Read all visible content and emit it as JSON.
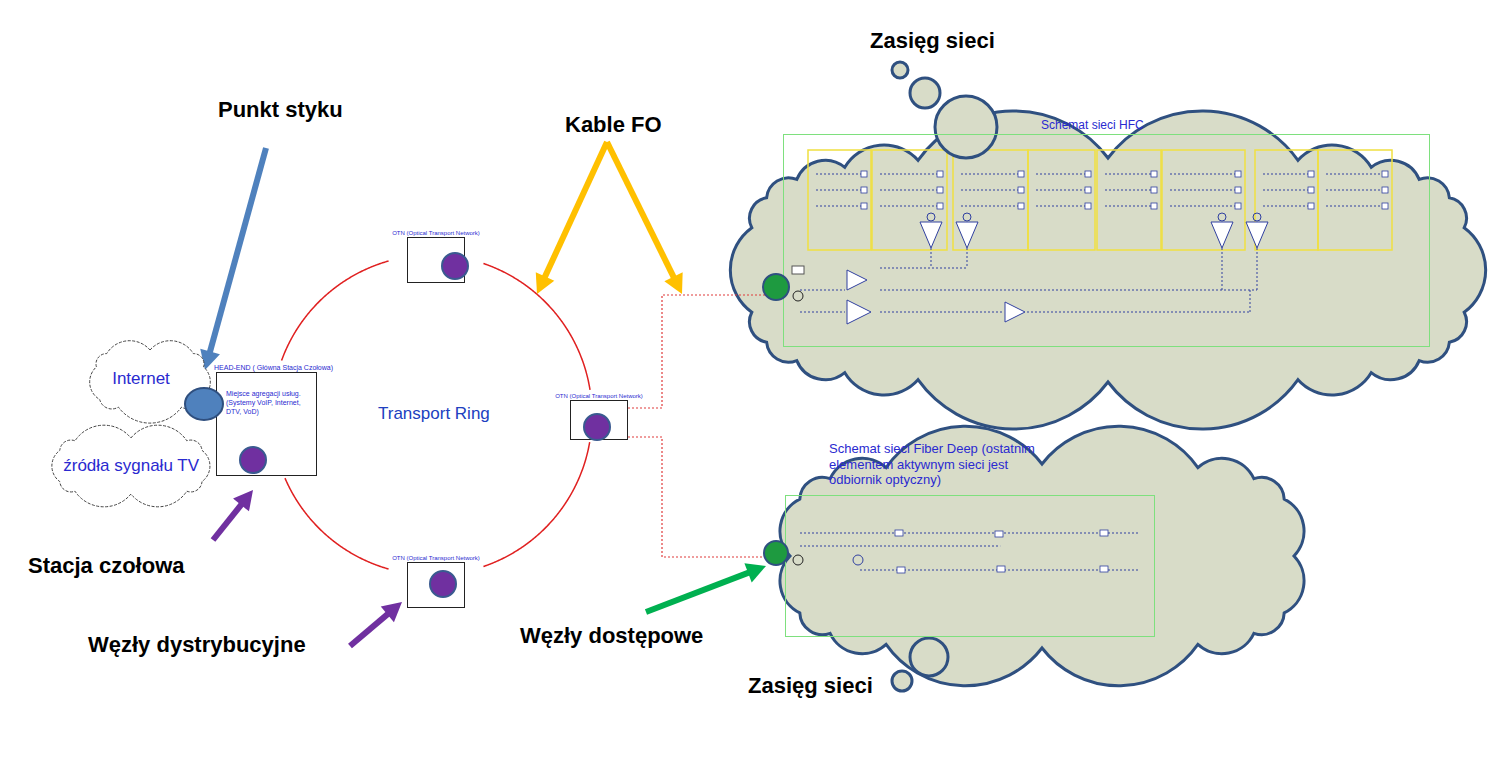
{
  "diagram": {
    "nodes": [
      {
        "text": [
          "Internet"
        ]
      },
      {
        "text": [
          "źródła sygnału TV"
        ]
      },
      {
        "text": [
          "HEAD-END ( Główna Stacja Czołowa)",
          "Miejsce agregacji usług. (Systemy VoIP, Internet, DTV, VoD)"
        ]
      },
      {
        "text": [
          "OTN (Optical Transport Network)"
        ]
      },
      {
        "text": [
          "OTN (Optical Transport Network)"
        ]
      },
      {
        "text": [
          "OTN (Optical Transport Network)"
        ]
      },
      {
        "text": [
          "Schemat sieci HFC"
        ]
      },
      {
        "text": [
          "Schemat sieci Fiber Deep (ostatnim elementem aktywnym sieci jest odbiornik optyczny)"
        ]
      }
    ],
    "edges": [
      {
        "from": 2,
        "to": 3,
        "arrow": "none"
      },
      {
        "from": 3,
        "to": 4,
        "arrow": "none"
      },
      {
        "from": 4,
        "to": 5,
        "arrow": "none"
      },
      {
        "from": 5,
        "to": 2,
        "arrow": "none"
      },
      {
        "from": 4,
        "to": 6,
        "arrow": "none"
      },
      {
        "from": 4,
        "to": 7,
        "arrow": "none"
      }
    ],
    "labels": [
      "Punkt styku",
      "Kable FO",
      "Zasięg sieci",
      "Zasięg sieci",
      "Stacja czołowa",
      "Węzły dystrybucyjne",
      "Węzły dostępowe",
      "Transport Ring"
    ]
  }
}
